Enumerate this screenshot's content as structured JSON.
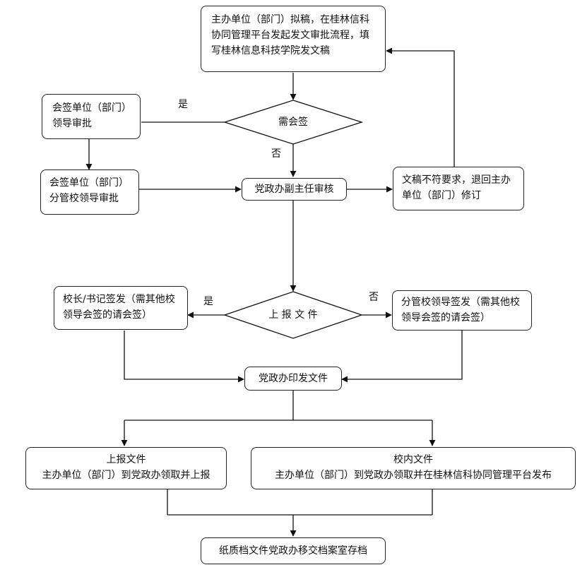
{
  "nodes": {
    "draft": "主办单位（部门）拟稿，在桂林信科协同管理平台发起发文审批流程，填写桂林信息科技学院发文稿",
    "need_countersign": "需会签",
    "cs_leader": "会签单位（部门）领导审批",
    "cs_vp": "会签单位（部门）分管校领导审批",
    "office_review": "党政办副主任审核",
    "return_revise": "文稿不符要求，退回主办单位（部门）修订",
    "report_file": "上 报 文 件",
    "president_sign": "校长/书记签发（需其他校领导会签的请会签）",
    "vp_sign": "分管校领导签发（需其他校领导会签的请会签）",
    "print_issue": "党政办印发文件",
    "external_title": "上报文件",
    "external_body": "主办单位（部门）到党政办领取并上报",
    "internal_title": "校内文件",
    "internal_body": "主办单位（部门）到党政办领取并在桂林信科协同管理平台发布",
    "archive": "纸质档文件党政办移交档案室存档"
  },
  "labels": {
    "yes_countersign": "是",
    "no_countersign": "否",
    "yes_report": "是",
    "no_report": "否"
  }
}
